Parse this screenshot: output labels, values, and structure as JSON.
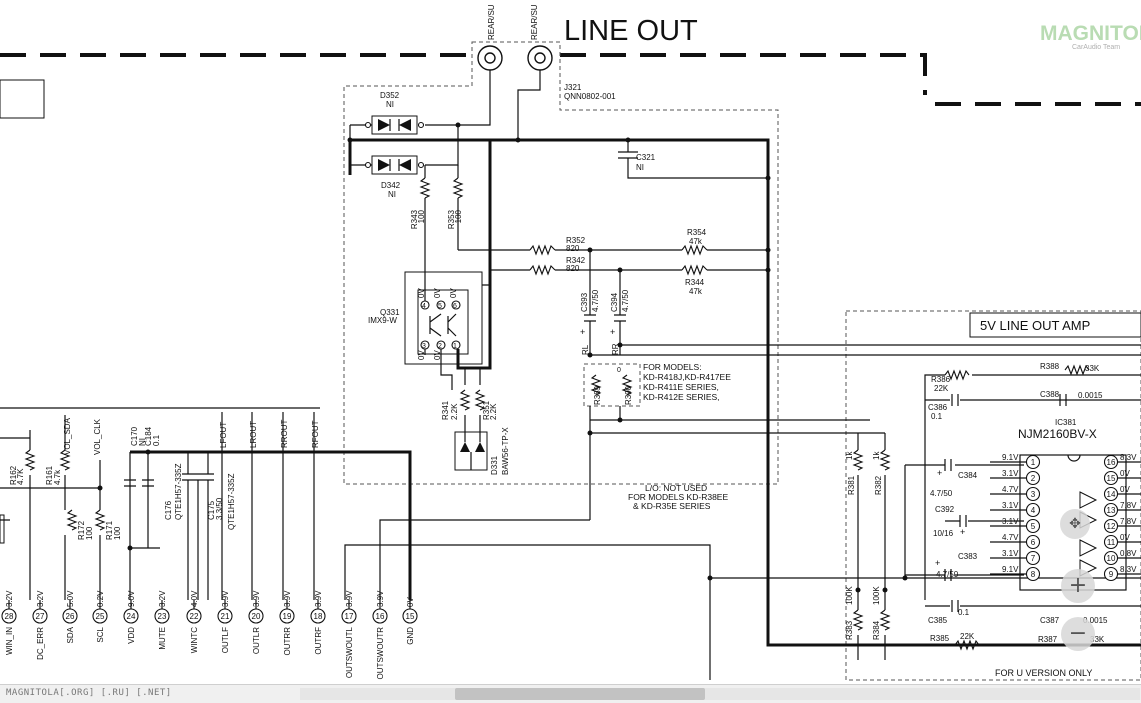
{
  "diagram": {
    "title": "LINE OUT",
    "watermark": {
      "brand": "MAGNITOLA",
      "sub": "CarAudio Team"
    },
    "connector": {
      "ref": "J321",
      "part": "QNN0802-001",
      "pin1": "REAR/SU",
      "pin2": "REAR/SU"
    },
    "diodes": {
      "d352": {
        "ref": "D352",
        "val": "NI"
      },
      "d342": {
        "ref": "D342",
        "val": "NI"
      },
      "d331": {
        "ref": "D331",
        "part": "BAW56-TP-X"
      }
    },
    "capacitors": {
      "c321": {
        "ref": "C321",
        "val": "NI"
      },
      "c393": {
        "ref": "C393",
        "val": "4.7/50"
      },
      "c394": {
        "ref": "C394",
        "val": "4.7/50"
      },
      "c170": {
        "ref": "C170",
        "val": "NI"
      },
      "c184": {
        "ref": "C184",
        "val": "0.1"
      },
      "c176": {
        "ref": "C176",
        "val": "QTE1H57-335Z"
      },
      "c175": {
        "ref": "C175",
        "val": "3.3/50"
      },
      "c175b": {
        "val": "QTE1H57-335Z"
      },
      "c384": {
        "ref": "C384",
        "val": "4.7/50"
      },
      "c392": {
        "ref": "C392",
        "val": "10/16"
      },
      "c383": {
        "ref": "C383",
        "val": "4.7/50"
      },
      "c388": {
        "ref": "C388",
        "val": "0.0015"
      },
      "c386": {
        "ref": "C386",
        "val": "0.1"
      },
      "c385": {
        "ref": "C385",
        "val": "0.1"
      },
      "c387": {
        "ref": "C387",
        "val": "0.0015"
      }
    },
    "resistors": {
      "r343": {
        "ref": "R343",
        "val": "100"
      },
      "r353": {
        "ref": "R353",
        "val": "100"
      },
      "r352": {
        "ref": "R352",
        "val": "820"
      },
      "r342": {
        "ref": "R342",
        "val": "820"
      },
      "r354": {
        "ref": "R354",
        "val": "47k"
      },
      "r344": {
        "ref": "R344",
        "val": "47k"
      },
      "r341": {
        "ref": "R341",
        "val": "2.2K"
      },
      "r351": {
        "ref": "R351",
        "val": "2.2K"
      },
      "r389": {
        "ref": "R389"
      },
      "r390": {
        "ref": "R390"
      },
      "r162": {
        "ref": "R162",
        "val": "4.7K"
      },
      "r161": {
        "ref": "R161",
        "val": "4.7k"
      },
      "r172": {
        "ref": "R172",
        "val": "100"
      },
      "r171": {
        "ref": "R171",
        "val": "100"
      },
      "r381": {
        "ref": "R381",
        "val": "1k"
      },
      "r382": {
        "ref": "R382",
        "val": "1k"
      },
      "r383": {
        "ref": "R383",
        "val": "100K"
      },
      "r384": {
        "ref": "R384",
        "val": "100K"
      },
      "r386": {
        "ref": "R386",
        "val": "22K"
      },
      "r388": {
        "ref": "R388",
        "val": "33K"
      },
      "r385": {
        "ref": "R385",
        "val": "22K"
      },
      "r387": {
        "ref": "R387",
        "val": "33K"
      }
    },
    "transistor": {
      "ref": "Q331",
      "part": "IMX9-W"
    },
    "ic": {
      "ref": "IC381",
      "part": "NJM2160BV-X"
    },
    "notes": {
      "models_1": "FOR MODELS:",
      "models_2": "KD-R418J,KD-R417EE",
      "models_3": "KD-R411E SERIES,",
      "models_4": "KD-R412E SERIES,",
      "lo_1": "L/O: NOT USED",
      "lo_2": "FOR MODELS KD-R38EE",
      "lo_3": "& KD-R35E SERIES",
      "amp_title": "5V LINE OUT AMP",
      "u_version": "FOR U VERSION ONLY"
    },
    "nets": [
      "VOL_SDA",
      "VOL_CLK",
      "LFOUT",
      "LROUT",
      "RROUT",
      "RFOUT",
      "RL",
      "RR"
    ],
    "zero_v": "0V",
    "ic_volts_left": [
      "9.1V",
      "3.1V",
      "4.7V",
      "3.1V",
      "3.1V",
      "4.7V",
      "3.1V",
      "9.1V"
    ],
    "ic_pins_left": [
      "1",
      "2",
      "3",
      "4",
      "5",
      "6",
      "7",
      "8"
    ],
    "ic_volts_right": [
      "8.3V",
      "0V",
      "0V",
      "7.8V",
      "7.8V",
      "0V",
      "0.8V",
      "8.3V"
    ],
    "ic_pins_right": [
      "16",
      "15",
      "14",
      "13",
      "12",
      "11",
      "10",
      "9"
    ],
    "connector_pins": [
      {
        "num": "28",
        "volt": "3.2V",
        "name": "WIN_IN"
      },
      {
        "num": "27",
        "volt": "3.2V",
        "name": "DC_ERR"
      },
      {
        "num": "26",
        "volt": "5.0V",
        "name": "SDA"
      },
      {
        "num": "25",
        "volt": "0.2V",
        "name": "SCL"
      },
      {
        "num": "24",
        "volt": "9.0V",
        "name": "VDD"
      },
      {
        "num": "23",
        "volt": "3.2V",
        "name": "MUTE"
      },
      {
        "num": "22",
        "volt": "4.0V",
        "name": "WINTC"
      },
      {
        "num": "21",
        "volt": "3.9V",
        "name": "OUTLF"
      },
      {
        "num": "20",
        "volt": "3.9V",
        "name": "OUTLR"
      },
      {
        "num": "19",
        "volt": "3.9V",
        "name": "OUTRR"
      },
      {
        "num": "18",
        "volt": "3.9V",
        "name": "OUTRF"
      },
      {
        "num": "17",
        "volt": "3.9V",
        "name": "OUTSWOUTL"
      },
      {
        "num": "16",
        "volt": "3.9V",
        "name": "OUTSWOUTR"
      },
      {
        "num": "15",
        "volt": "0V",
        "name": "GND"
      }
    ]
  },
  "statusbar": {
    "text": "MAGNITOLA[.ORG] [.RU] [.NET]"
  },
  "zoom": {
    "in_symbol": "+",
    "out_symbol": "−"
  }
}
